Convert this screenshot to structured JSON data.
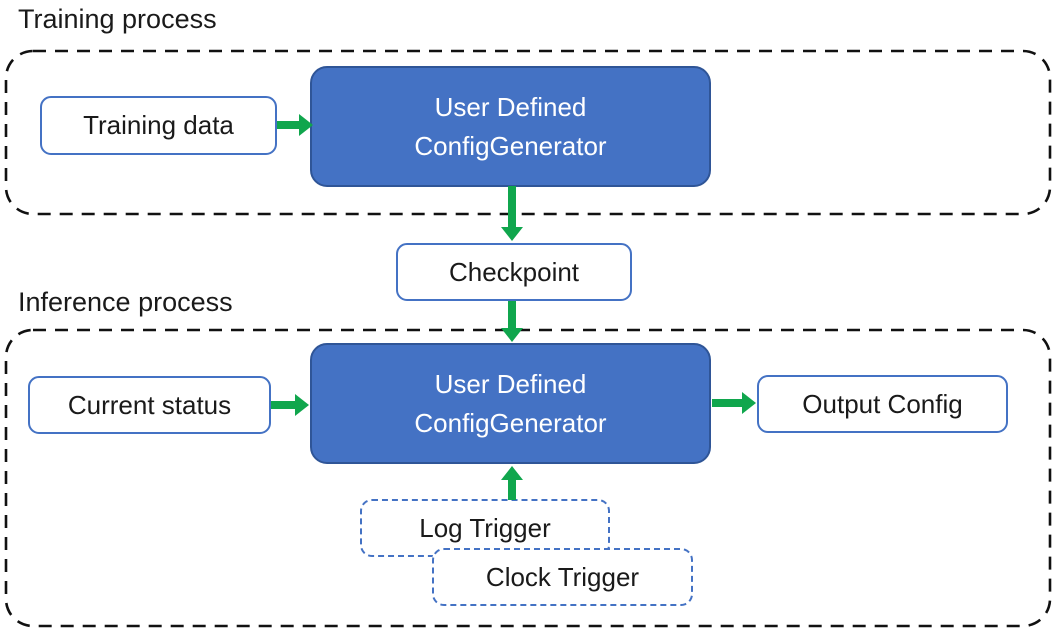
{
  "labels": {
    "training": "Training process",
    "inference": "Inference process"
  },
  "boxes": {
    "training_data": "Training data",
    "generator_line1": "User Defined",
    "generator_line2": "ConfigGenerator",
    "checkpoint": "Checkpoint",
    "current_status": "Current status",
    "output_config": "Output Config",
    "log_trigger": "Log Trigger",
    "clock_trigger": "Clock Trigger"
  },
  "colors": {
    "generator_fill": "#4472C4",
    "generator_border": "#2F5597",
    "box_outline_blue": "#4472C4",
    "arrow_green": "#10A64D",
    "container_dash": "#111111"
  }
}
